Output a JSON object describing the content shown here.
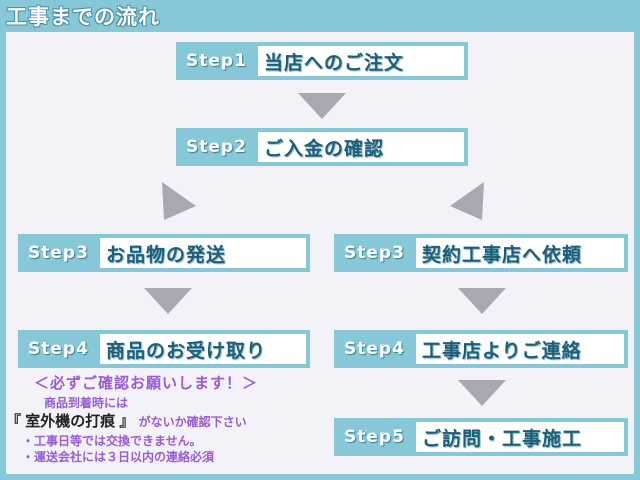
{
  "title": "工事までの流れ",
  "steps": {
    "s1": {
      "label": "Step1",
      "text": "当店へのご注文"
    },
    "s2": {
      "label": "Step2",
      "text": "ご入金の確認"
    },
    "s3a": {
      "label": "Step3",
      "text": "お品物の発送"
    },
    "s4a": {
      "label": "Step4",
      "text": "商品のお受け取り"
    },
    "s3b": {
      "label": "Step3",
      "text": "契約工事店へ依頼"
    },
    "s4b": {
      "label": "Step4",
      "text": "工事店よりご連絡"
    },
    "s5b": {
      "label": "Step5",
      "text": "ご訪問・工事施工"
    }
  },
  "notes": {
    "heading": "＜必ずご確認お願いします！＞",
    "line1": "商品到着時には",
    "line2_open": "『",
    "line2_em": "室外機の打痕",
    "line2_close": "』",
    "line2_rest": "がないか確認下さい",
    "line3": "・工事日等では交換できません。",
    "line4": "・運送会社には３日以内の連絡必須"
  },
  "colors": {
    "accent": "#86c8d8",
    "text": "#1d5f78",
    "arrow": "#a8a8b0",
    "note": "#9a5bd4"
  }
}
